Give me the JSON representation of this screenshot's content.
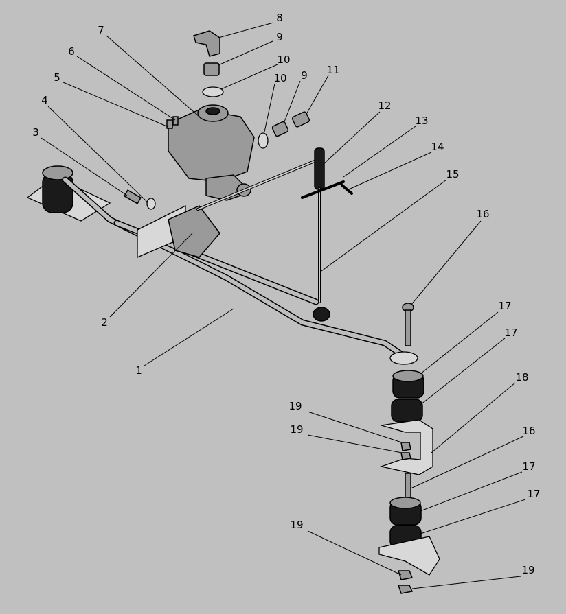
{
  "title": "Brake valve drive assembly exploded view",
  "callouts": [
    "1",
    "2",
    "3",
    "4",
    "5",
    "6",
    "7",
    "8",
    "9",
    "10",
    "10",
    "9",
    "11",
    "12",
    "13",
    "14",
    "15",
    "16",
    "17",
    "17",
    "18",
    "19",
    "19",
    "16",
    "17",
    "17",
    "19",
    "19"
  ]
}
